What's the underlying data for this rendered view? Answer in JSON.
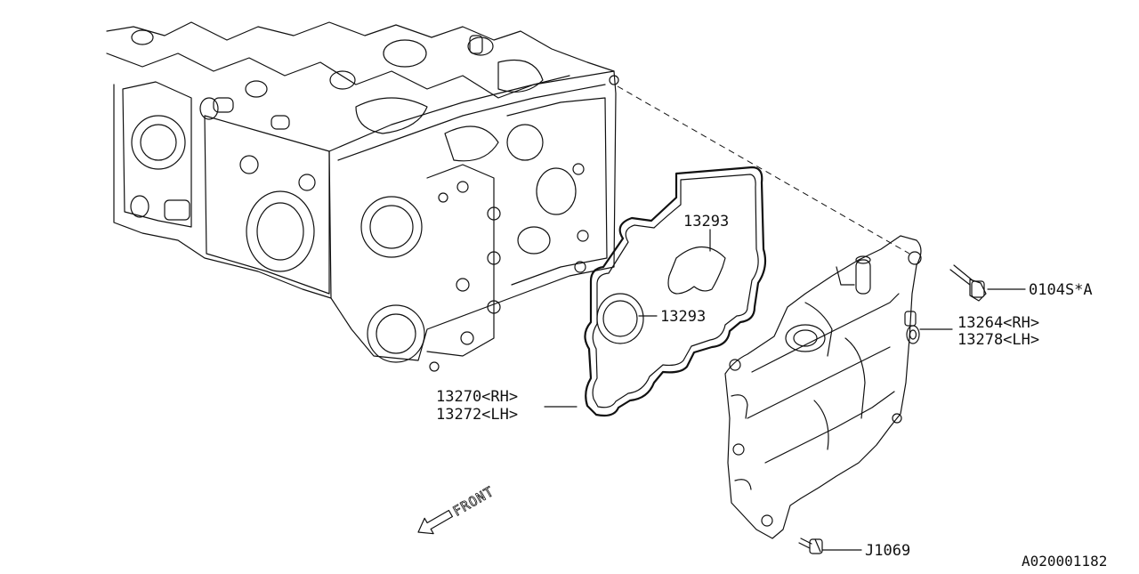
{
  "labels": {
    "bolt": "0104S*A",
    "seal_upper": "13293",
    "seal_lower": "13293",
    "gasket_rh": "13270<RH>",
    "gasket_lh": "13272<LH>",
    "grommet_rh": "13264<RH>",
    "grommet_lh": "13278<LH>",
    "bottom_bolt": "J1069",
    "front_marker": "FRONT",
    "diagram_id": "A020001182"
  },
  "colors": {
    "line": "#111111",
    "background": "#ffffff"
  }
}
